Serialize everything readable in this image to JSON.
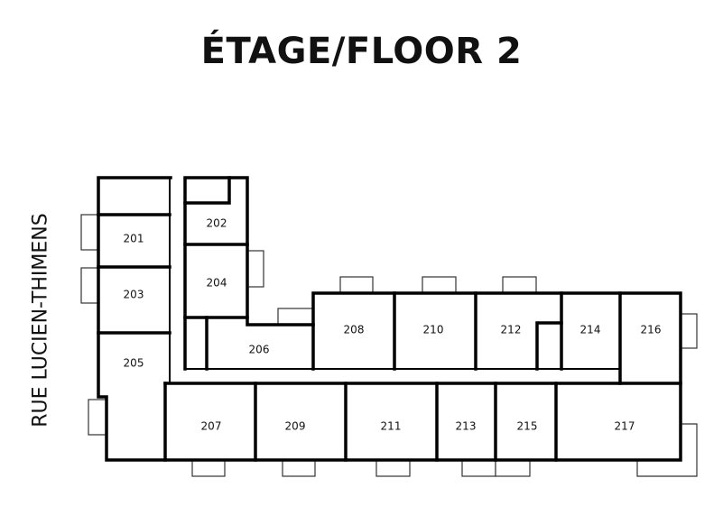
{
  "title": "ÉTAGE/FLOOR 2",
  "street": "RUE LUCIEN-THIMENS",
  "rooms": {
    "r201": "201",
    "r202": "202",
    "r203": "203",
    "r204": "204",
    "r205": "205",
    "r206": "206",
    "r207": "207",
    "r208": "208",
    "r209": "209",
    "r210": "210",
    "r211": "211",
    "r212": "212",
    "r213": "213",
    "r214": "214",
    "r215": "215",
    "r216": "216",
    "r217": "217"
  }
}
